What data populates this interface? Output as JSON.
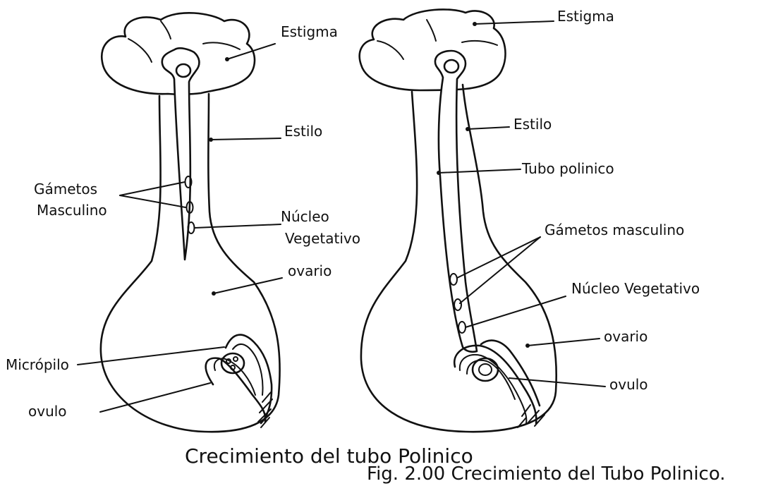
{
  "left_flower": {
    "labels": {
      "estigma": "Estigma",
      "estilo": "Estilo",
      "gametos_1": "Gámetos",
      "gametos_2": "Masculino",
      "nucleo_1": "Núcleo",
      "nucleo_2": "Vegetativo",
      "ovario": "ovario",
      "micropilo": "Micrópilo",
      "ovulo": "ovulo"
    }
  },
  "right_flower": {
    "labels": {
      "estigma": "Estigma",
      "estilo": "Estilo",
      "tubo": "Tubo polinico",
      "gametos": "Gámetos masculino",
      "nucleo": "Núcleo Vegetativo",
      "ovario": "ovario",
      "ovulo": "ovulo"
    }
  },
  "captions": {
    "title": "Crecimiento del tubo Polinico",
    "figure": "Fig. 2.00 Crecimiento del Tubo Polinico."
  }
}
